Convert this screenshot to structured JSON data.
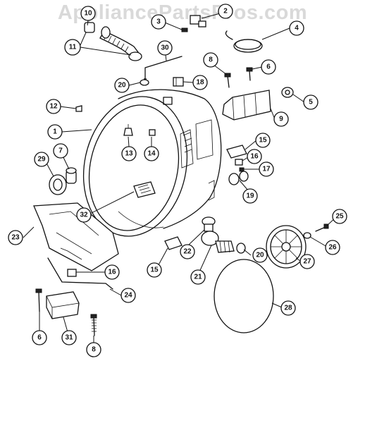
{
  "watermark": "AppliancePartsPros.com",
  "callouts": [
    {
      "label": "10"
    },
    {
      "label": "2"
    },
    {
      "label": "3"
    },
    {
      "label": "4"
    },
    {
      "label": "11"
    },
    {
      "label": "30"
    },
    {
      "label": "8"
    },
    {
      "label": "6"
    },
    {
      "label": "20"
    },
    {
      "label": "18"
    },
    {
      "label": "5"
    },
    {
      "label": "12"
    },
    {
      "label": "9"
    },
    {
      "label": "1"
    },
    {
      "label": "13"
    },
    {
      "label": "14"
    },
    {
      "label": "15"
    },
    {
      "label": "7"
    },
    {
      "label": "29"
    },
    {
      "label": "16"
    },
    {
      "label": "17"
    },
    {
      "label": "19"
    },
    {
      "label": "32"
    },
    {
      "label": "23"
    },
    {
      "label": "25"
    },
    {
      "label": "22"
    },
    {
      "label": "20"
    },
    {
      "label": "26"
    },
    {
      "label": "15"
    },
    {
      "label": "21"
    },
    {
      "label": "27"
    },
    {
      "label": "16"
    },
    {
      "label": "24"
    },
    {
      "label": "28"
    },
    {
      "label": "6"
    },
    {
      "label": "31"
    },
    {
      "label": "8"
    }
  ]
}
